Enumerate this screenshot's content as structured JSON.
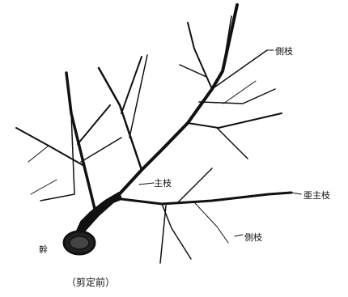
{
  "labels": {
    "trunk": "幹",
    "main_branch": "主枝",
    "sub_main_branch": "亜主枝",
    "lateral_branch_upper": "側枝",
    "lateral_branch_lower": "側枝"
  },
  "caption": "（剪定前）",
  "colors": {
    "ink": "#111111",
    "paper": "#ffffff"
  }
}
